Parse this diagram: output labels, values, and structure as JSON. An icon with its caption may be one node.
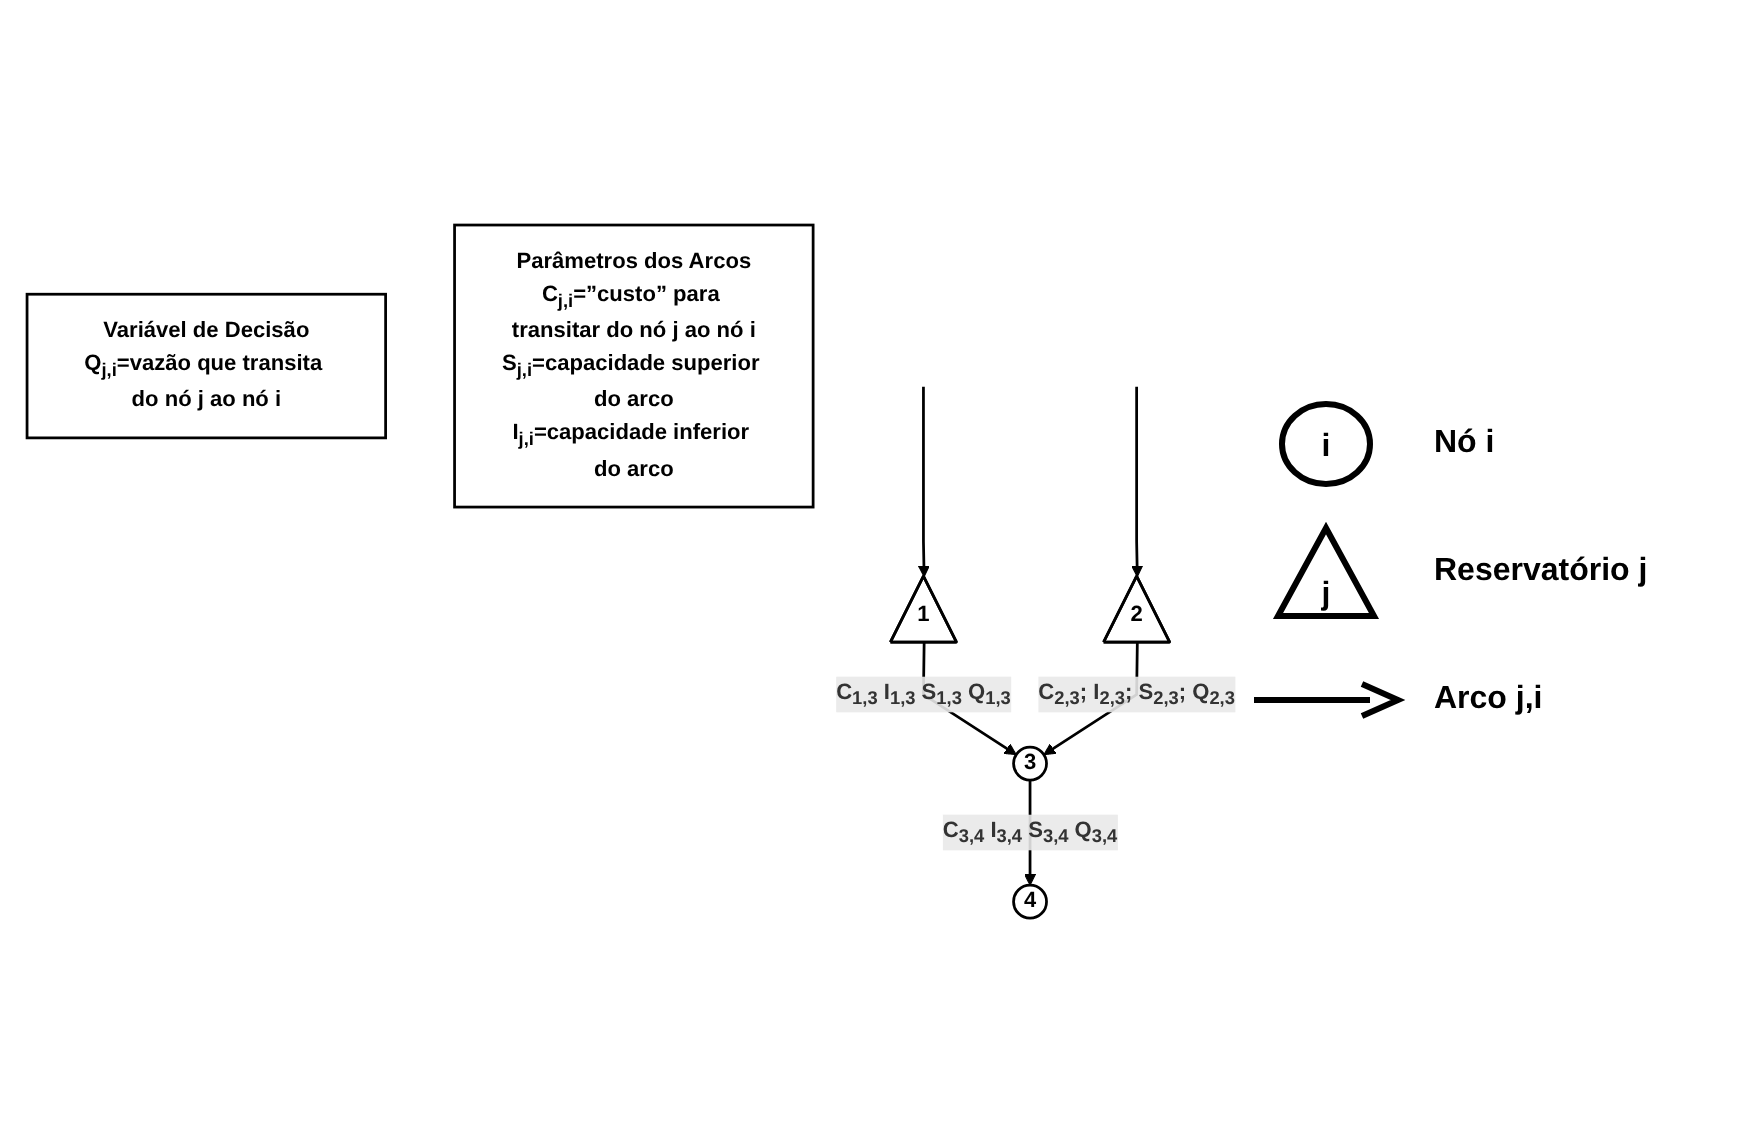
{
  "diagram": {
    "nodes": [
      {
        "text": [
          "2"
        ]
      },
      {
        "text": [
          "1"
        ]
      },
      {
        "text": [
          "3"
        ]
      },
      {
        "text": [
          "4"
        ]
      },
      {
        "text": [
          "Variável de Decisão",
          "Q$_{j,i}$=vazão que transita do nó j ao nó i"
        ]
      },
      {
        "text": [
          "Parâmetros dos Arcos",
          "C$_{j,i}$=”custo” para transitar do nó j ao nó i",
          "S$_{j,i}$=capacidade superior do arco",
          "I$_{j,i}$=capacidade inferior do arco"
        ]
      }
    ],
    "edges": [
      {
        "from": null,
        "to": 0,
        "arrow": "to"
      },
      {
        "from": null,
        "to": 1,
        "arrow": "to"
      },
      {
        "from": 1,
        "to": 2,
        "arrow": "to",
        "label": "C$_{1,3}$ I$_{1,3}$ S$_{1,3}$ Q$_{1,3}$"
      },
      {
        "from": 0,
        "to": 2,
        "arrow": "to",
        "label": "C$_{2,3}$; I$_{2,3}$; S$_{2,3}$; Q$_{2,3}$"
      },
      {
        "from": 2,
        "to": 3,
        "arrow": "to",
        "label": "C$_{3,4}$ I$_{3,4}$ S$_{3,4}$ Q$_{3,4}$"
      }
    ],
    "labels": [
      "i",
      "j"
    ],
    "legend": [
      {
        "text": "Nó i"
      },
      {
        "text": "Reservatório j"
      },
      {
        "text": "Arco j,i"
      }
    ]
  }
}
